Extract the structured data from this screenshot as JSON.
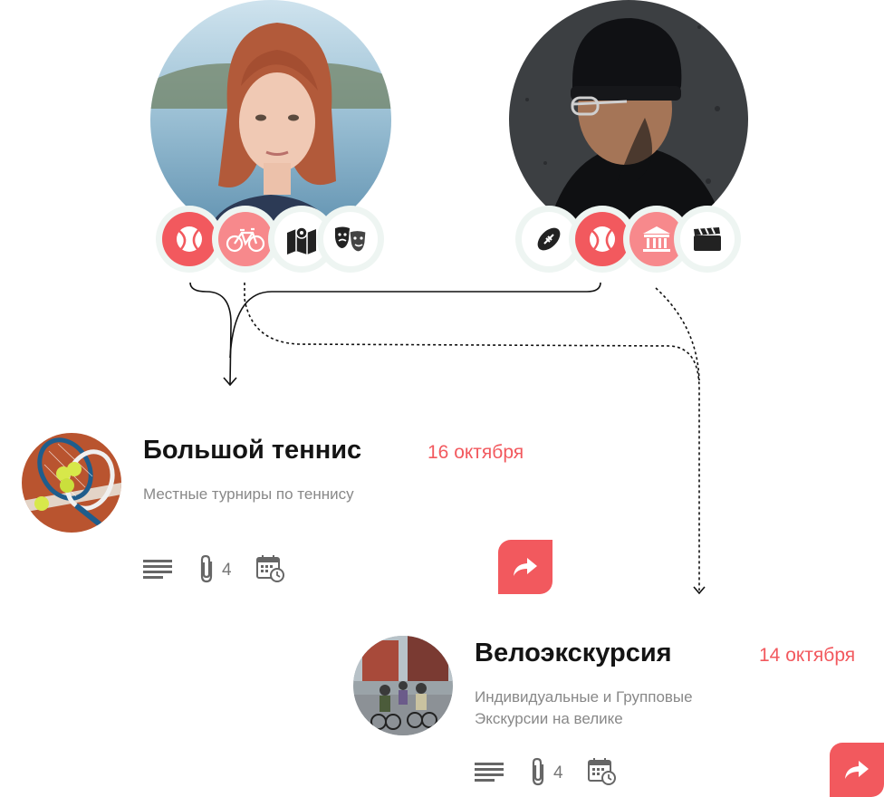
{
  "colors": {
    "accent": "#f2595e",
    "accent_light": "#f7898c",
    "chip_ring": "#eef5f2"
  },
  "users": [
    {
      "interests": [
        "tennis-icon",
        "bicycle-icon",
        "map-icon",
        "theater-masks-icon"
      ]
    },
    {
      "interests": [
        "american-football-icon",
        "tennis-icon",
        "museum-icon",
        "clapperboard-icon"
      ]
    }
  ],
  "events": [
    {
      "title": "Большой теннис",
      "date": "16 октября",
      "description": "Местные турниры по теннису",
      "attachments": "4",
      "icons": [
        "text-lines-icon",
        "paperclip-icon",
        "calendar-clock-icon",
        "share-icon"
      ]
    },
    {
      "title": "Велоэкскурсия",
      "date": "14 октября",
      "description_line1": "Индивидуальные и Групповые",
      "description_line2": "Экскурсии на велике",
      "attachments": "4",
      "icons": [
        "text-lines-icon",
        "paperclip-icon",
        "calendar-clock-icon",
        "share-icon"
      ]
    }
  ]
}
